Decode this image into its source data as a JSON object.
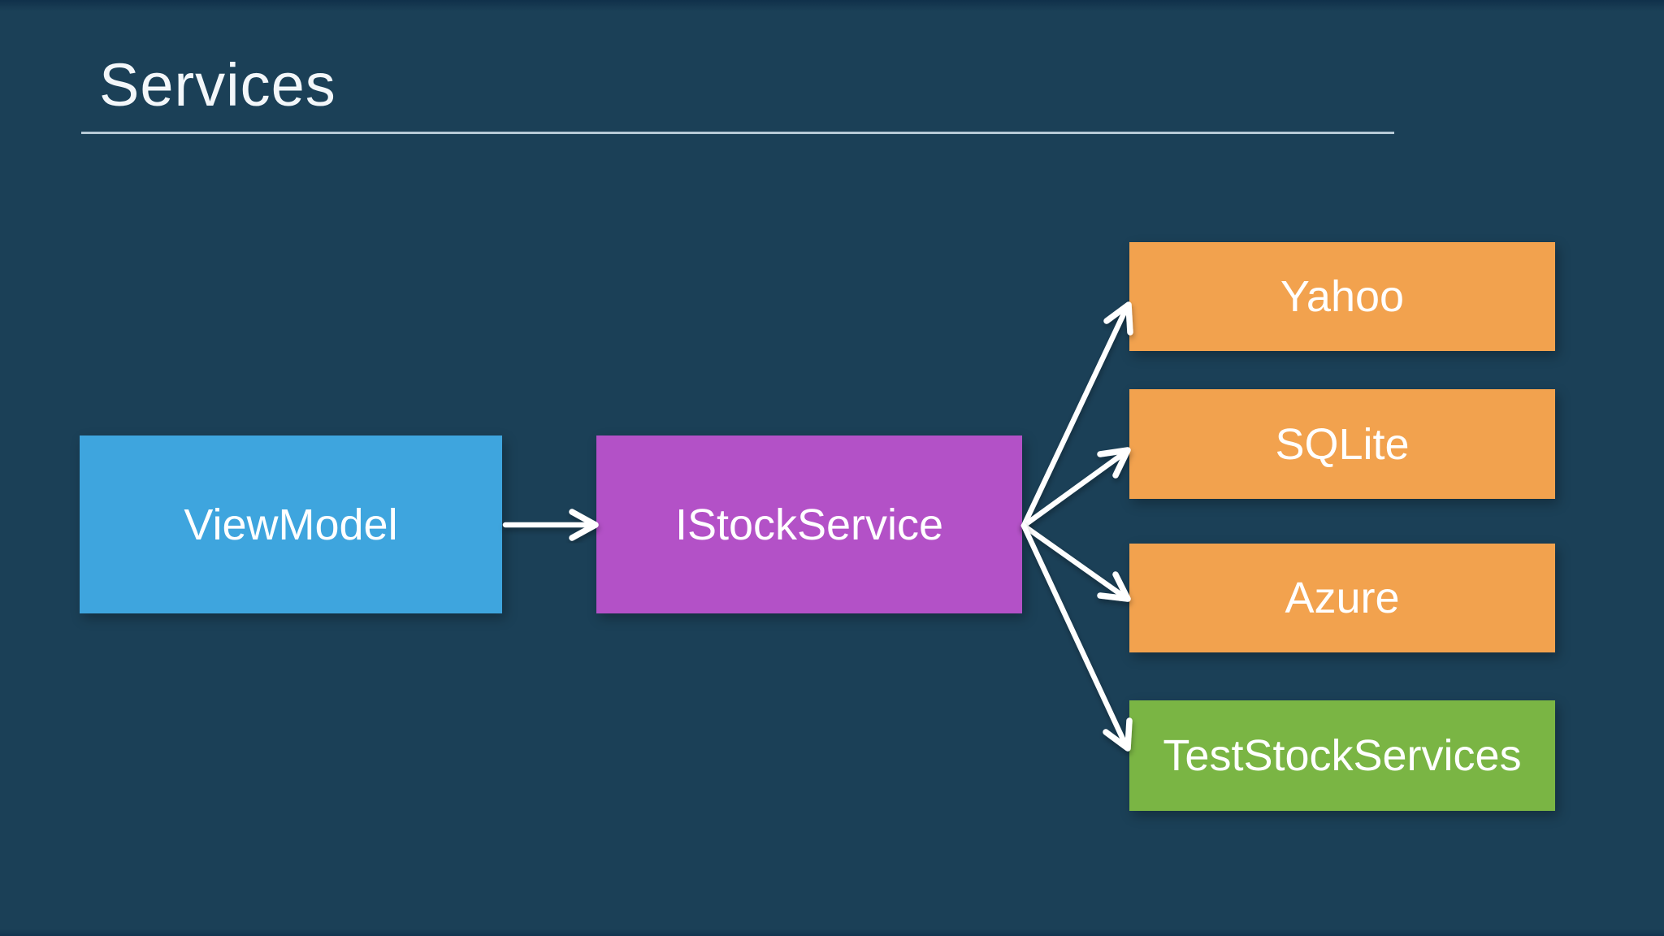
{
  "slide": {
    "title": "Services",
    "colors": {
      "background": "#1b4057",
      "title_text": "#f3f7fa",
      "divider": "#c9d9e4",
      "node_label_text": "#ffffff",
      "arrow": "#ffffff"
    }
  },
  "diagram": {
    "nodes": [
      {
        "id": "viewmodel",
        "label": "ViewModel",
        "color": "#3ea5de"
      },
      {
        "id": "istockservice",
        "label": "IStockService",
        "color": "#b351c7"
      },
      {
        "id": "yahoo",
        "label": "Yahoo",
        "color": "#f2a24e"
      },
      {
        "id": "sqlite",
        "label": "SQLite",
        "color": "#f2a24e"
      },
      {
        "id": "azure",
        "label": "Azure",
        "color": "#f2a24e"
      },
      {
        "id": "teststockservices",
        "label": "TestStockServices",
        "color": "#7ab544"
      }
    ],
    "edges": [
      {
        "from": "ViewModel",
        "to": "IStockService"
      },
      {
        "from": "IStockService",
        "to": "Yahoo"
      },
      {
        "from": "IStockService",
        "to": "SQLite"
      },
      {
        "from": "IStockService",
        "to": "Azure"
      },
      {
        "from": "IStockService",
        "to": "TestStockServices"
      }
    ]
  }
}
